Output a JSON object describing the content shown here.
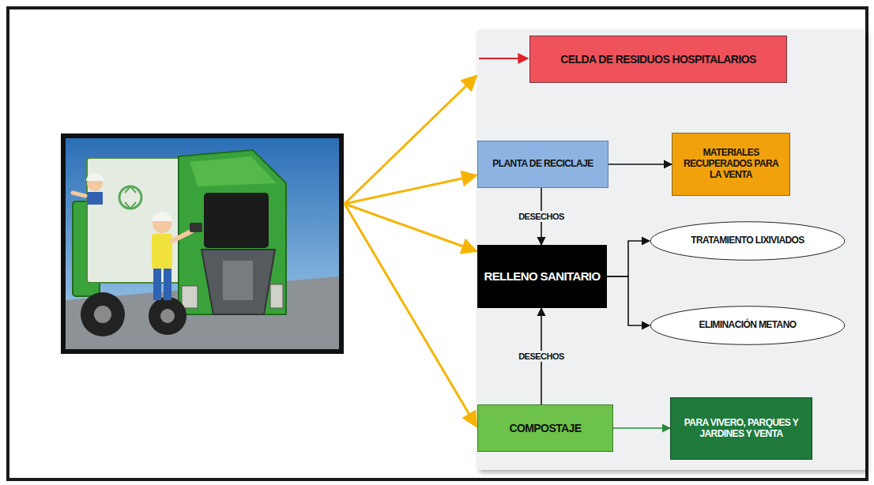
{
  "diagram": {
    "nodes": [
      {
        "text": [
          "CELDA DE RESIDUOS HOSPITALARIOS"
        ]
      },
      {
        "text": [
          "PLANTA DE RECICLAJE"
        ]
      },
      {
        "text": [
          "MATERIALES RECUPERADOS PARA LA VENTA"
        ]
      },
      {
        "text": [
          "RELLENO SANITARIO"
        ]
      },
      {
        "text": [
          "TRATAMIENTO LIXIVIADOS"
        ]
      },
      {
        "text": [
          "ELIMINACIÓN METANO"
        ]
      },
      {
        "text": [
          "COMPOSTAJE"
        ]
      },
      {
        "text": [
          "PARA VIVERO, PARQUES Y JARDINES Y VENTA"
        ]
      }
    ],
    "edges": [
      {
        "from": 1,
        "to": 2,
        "arrow": "to"
      },
      {
        "from": 1,
        "to": 3,
        "label": "DESECHOS",
        "arrow": "to"
      },
      {
        "from": 3,
        "to": 4,
        "arrow": "to"
      },
      {
        "from": 3,
        "to": 5,
        "arrow": "to"
      },
      {
        "from": 6,
        "to": 3,
        "label": "DESECHOS",
        "arrow": "to"
      },
      {
        "from": 6,
        "to": 7,
        "arrow": "to"
      }
    ]
  }
}
